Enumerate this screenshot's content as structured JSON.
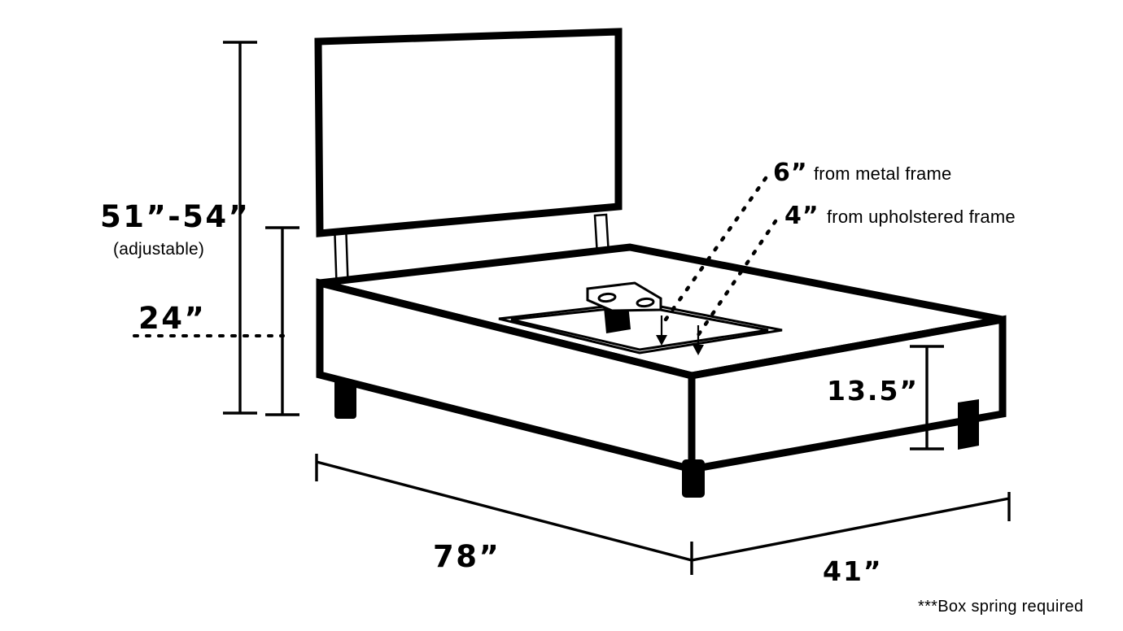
{
  "diagram": {
    "subject": "platform bed frame with adjustable headboard",
    "footnote": "***Box spring required",
    "dimensions": {
      "headboard_height": "51”-54”",
      "headboard_height_note": "(adjustable)",
      "deck_height": "24”",
      "rail_height": "13.5”",
      "length": "78”",
      "width": "41”"
    },
    "callouts": [
      {
        "value": "6”",
        "text": "from metal frame"
      },
      {
        "value": "4”",
        "text": "from upholstered frame"
      }
    ]
  }
}
